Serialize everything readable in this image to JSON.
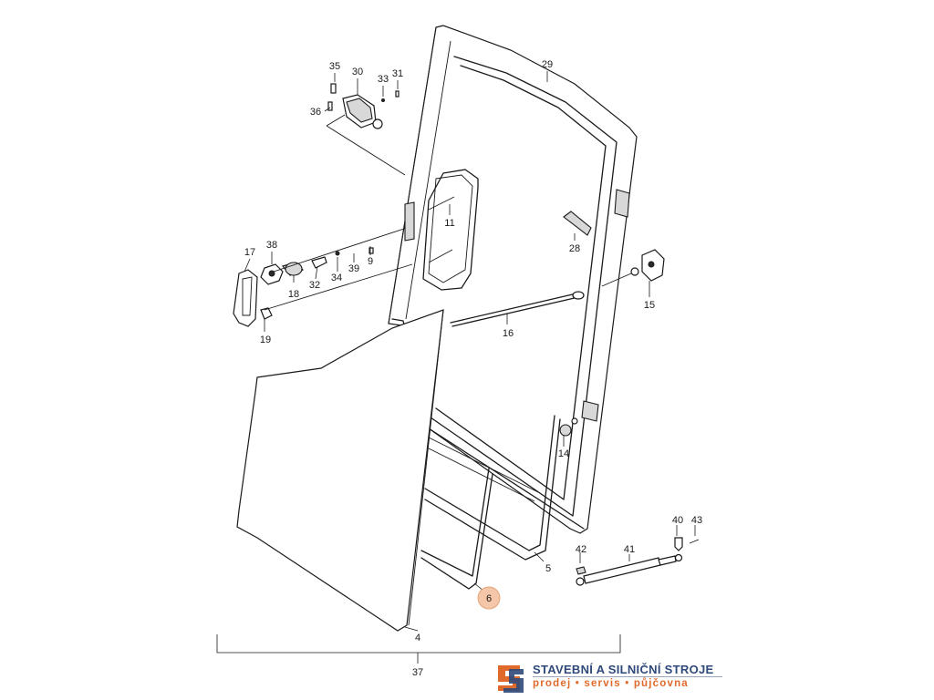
{
  "labels": {
    "p29": "29",
    "p35": "35",
    "p30": "30",
    "p33": "33",
    "p31": "31",
    "p36": "36",
    "p11": "11",
    "p17": "17",
    "p38": "38",
    "p39": "39",
    "p9": "9",
    "p18": "18",
    "p32": "32",
    "p34": "34",
    "p28": "28",
    "p15": "15",
    "p16": "16",
    "p19": "19",
    "p14": "14",
    "p40": "40",
    "p43": "43",
    "p42": "42",
    "p41": "41",
    "p5": "5",
    "p6": "6",
    "p4": "4",
    "p37": "37"
  },
  "highlight_color": "#f6c6a8",
  "logo": {
    "title": "STAVEBNÍ A SILNIČNÍ STROJE",
    "subtitle": "prodej • servis • půjčovna",
    "colors": {
      "blue": "#2f4a7a",
      "orange": "#e06a2c",
      "grey": "#9aa6bf"
    }
  }
}
